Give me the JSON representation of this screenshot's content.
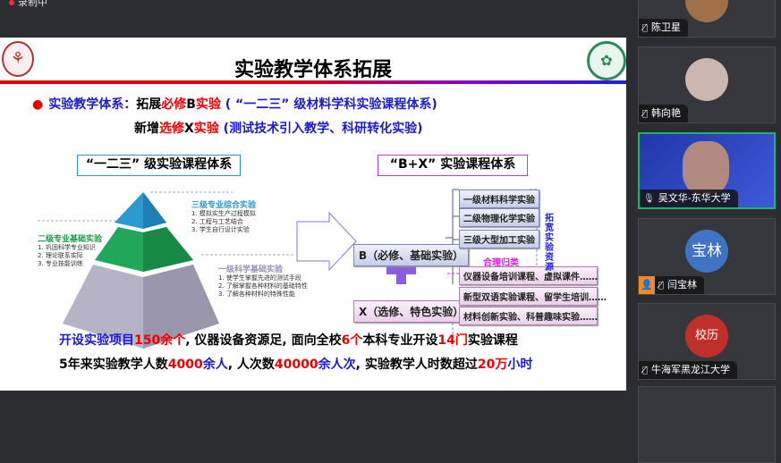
{
  "top_bar": {
    "recording_label": "录制中"
  },
  "slide": {
    "title": "实验教学体系拓展",
    "line1": [
      {
        "t": "实验教学体系：",
        "c": "#1a1ad0"
      },
      {
        "t": "拓展",
        "c": "#000"
      },
      {
        "t": "必修",
        "c": "#e00"
      },
      {
        "t": "B",
        "c": "#000"
      },
      {
        "t": "实验",
        "c": "#e00"
      },
      {
        "t": " ( “一二三” 级材料学科实验课程体系)",
        "c": "#1a1ad0"
      }
    ],
    "line2": [
      {
        "t": "新增",
        "c": "#000"
      },
      {
        "t": "选修",
        "c": "#e00"
      },
      {
        "t": "X",
        "c": "#000"
      },
      {
        "t": "实验",
        "c": "#e00"
      },
      {
        "t": " (测试技术引入教学、科研转化实验)",
        "c": "#1a1ad0"
      }
    ],
    "left_title": "“一二三” 级实验课程体系",
    "right_title": "“B+X” 实验课程体系",
    "pyramid": {
      "level3": {
        "title": "三级专业综合实验",
        "items": [
          "1. 模拟实生产过程模拟",
          "2. 工程与工艺结合",
          "3. 学生自行设计实验"
        ]
      },
      "level2": {
        "title": "二级专业基础实验",
        "items": [
          "1. 巩固科学专业知识",
          "2. 理论联系实际",
          "3. 专业技能训练"
        ]
      },
      "level1": {
        "title": "一级科学基础实验",
        "items": [
          "1. 使学生掌握先进的测试手段",
          "2. 了解掌握各种材料的基础特性",
          "3. 了解各种材料的特殊性能"
        ]
      }
    },
    "b_label": "B（必修、基础实验）",
    "x_label": "X（选修、特色实验）",
    "b_items": [
      "一级材料科学实验",
      "二级物理化学实验",
      "三级大型加工实验"
    ],
    "x_items": [
      "仪器设备培训课程、虚拟课件……",
      "新型双语实验课程、留学生培训……",
      "材料创新实验、科普趣味实验……"
    ],
    "side_label": "拓宽实验资源",
    "classify_label": "合理归类",
    "bottom1": [
      {
        "t": "开设实验项目",
        "c": "#1a1ad0"
      },
      {
        "t": "150余个",
        "c": "#e00"
      },
      {
        "t": ", 仪器设备资源足, 面向全校",
        "c": "#000"
      },
      {
        "t": "6个",
        "c": "#e00"
      },
      {
        "t": "本科专业开设",
        "c": "#000"
      },
      {
        "t": "14门",
        "c": "#e00"
      },
      {
        "t": "实验课程",
        "c": "#000"
      }
    ],
    "bottom2": [
      {
        "t": "5年来实验教学人数",
        "c": "#000"
      },
      {
        "t": "4000",
        "c": "#e00"
      },
      {
        "t": "余人",
        "c": "#1a1ad0"
      },
      {
        "t": ", 人次数",
        "c": "#000"
      },
      {
        "t": "40000",
        "c": "#e00"
      },
      {
        "t": "余人次",
        "c": "#1a1ad0"
      },
      {
        "t": ", 实验教学人时数超过",
        "c": "#000"
      },
      {
        "t": "20万",
        "c": "#e00"
      },
      {
        "t": "小时",
        "c": "#1a1ad0"
      }
    ]
  },
  "participants": [
    {
      "name": "陈卫星",
      "muted": true
    },
    {
      "name": "韩向艳",
      "muted": true
    },
    {
      "name": "吴文华-东华大学",
      "muted": false,
      "active": true
    },
    {
      "name": "闫宝林",
      "muted": true,
      "avatar_text": "宝林"
    },
    {
      "name": "牛海军黑龙江大学",
      "muted": true,
      "avatar_text": "校历"
    }
  ]
}
